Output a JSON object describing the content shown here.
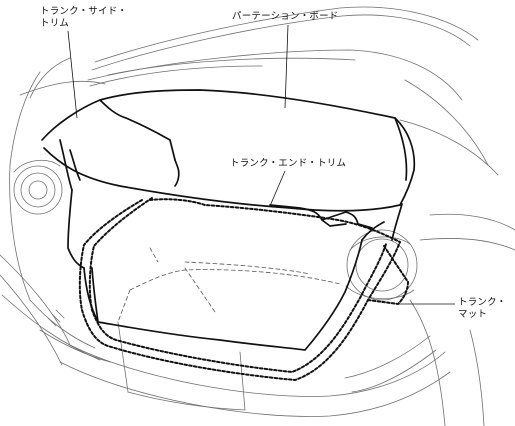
{
  "labels": {
    "trunk_side_trim": [
      "トランク・サイド・",
      "トリム"
    ],
    "partition_board": "パーテーション・ボード",
    "trunk_end_trim": "トランク・エンド・トリム",
    "trunk_mat": [
      "トランク・",
      "マット"
    ]
  },
  "colors": {
    "outline": "#111111",
    "body_line": "#6f6f6f",
    "hidden_line": "#555555"
  }
}
